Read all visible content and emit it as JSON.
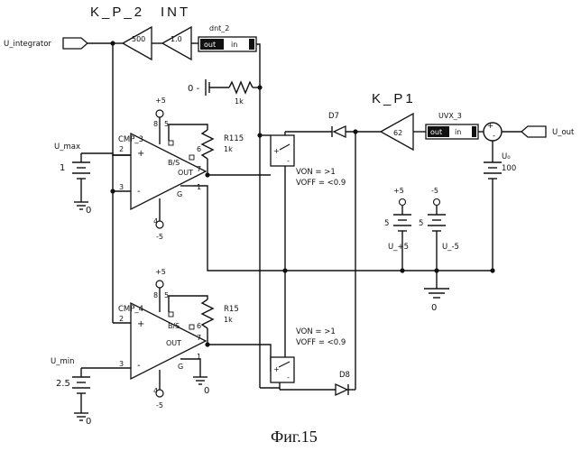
{
  "caption": "Фиг.15",
  "ports": {
    "u_integrator": "U_integrator",
    "u_out": "U_out",
    "u_max": "U_max",
    "u_min": "U_min"
  },
  "blocks": {
    "kp2_name": "K_P_2",
    "kp2_gain": "500",
    "int_name": "INT",
    "int_gain": "1.0",
    "dnt2_name": "dnt_2",
    "kp1_name": "K_P1",
    "kp1_gain": "62",
    "uvx3_name": "UVX_3",
    "out_label": "out",
    "in_label": "in"
  },
  "comparators": {
    "cmp3": "CMP_3",
    "cmp4": "CMP_4",
    "out": "OUT",
    "bs": "B/S",
    "g": "G",
    "plus": "+",
    "minus": "-",
    "pins": {
      "p1": "1",
      "p2": "2",
      "p3": "3",
      "p4": "4",
      "p5": "5",
      "p6": "6",
      "p7": "7",
      "p8": "8"
    }
  },
  "resistors": {
    "r_top_value": "1k",
    "r115": "R115",
    "r115_value": "1k",
    "r15": "R15",
    "r15_value": "1k"
  },
  "supplies": {
    "plus5": "+5",
    "minus5": "-5",
    "zero": "0",
    "zero_left": "0 -",
    "v5": "5",
    "u_p5": "U_+5",
    "u_m5": "U_-5",
    "u0": "U₀",
    "u0_value": "100",
    "umax_value": "1",
    "umin_value": "2.5"
  },
  "diodes": {
    "d7": "D7",
    "d8": "D8"
  },
  "switches": {
    "von": "VON = >1",
    "voff": "VOFF = <0.9"
  }
}
